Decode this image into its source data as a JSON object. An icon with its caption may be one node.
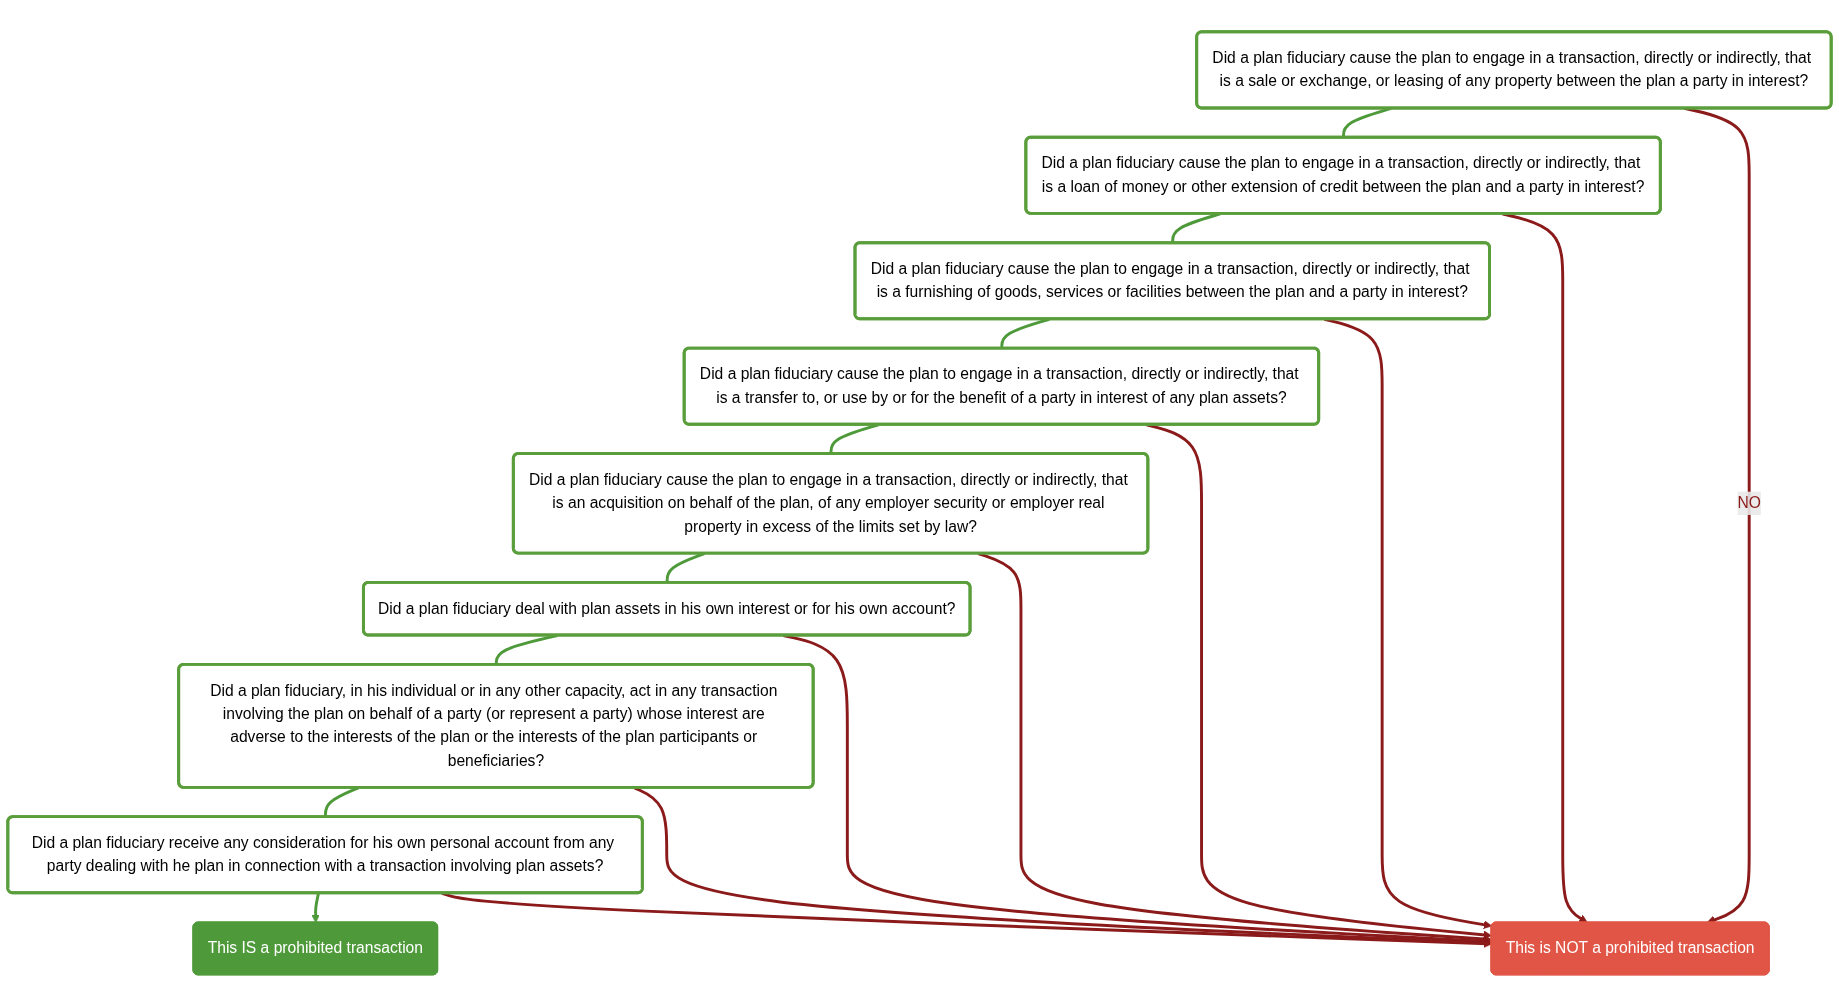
{
  "diagram": {
    "nodes": [
      {
        "text": [
          "Did a plan fiduciary cause the plan to engage in a transaction, directly or indirectly, that is a sale or exchange, or leasing of any property between the plan a party in interest?"
        ]
      },
      {
        "text": [
          "Did a plan fiduciary cause the plan to engage in a transaction, directly or indirectly, that is a loan of money or other extension of credit between the plan and a party in interest?"
        ]
      },
      {
        "text": [
          "Did a plan fiduciary cause the plan to engage in a transaction, directly or indirectly, that is a furnishing of goods, services or facilities between the plan and a party in interest?"
        ]
      },
      {
        "text": [
          "Did a plan fiduciary cause the plan to engage in a transaction, directly or indirectly, that is a transfer to, or use by or for the benefit of a party in interest of any plan assets?"
        ]
      },
      {
        "text": [
          "Did a plan fiduciary cause the plan to engage in a transaction, directly or indirectly, that is an acquisition on behalf of the plan, of any employer security or employer real property in excess of the limits set by law?"
        ]
      },
      {
        "text": [
          "Did a plan fiduciary deal with plan assets in his own interest or for his own account?"
        ]
      },
      {
        "text": [
          "Did a plan fiduciary, in his individual or in any other capacity, act in any transaction involving the plan on behalf of a party (or represent a party) whose interest are adverse to the interests of the plan or the interests of the plan participants or beneficiaries?"
        ]
      },
      {
        "text": [
          "Did a plan fiduciary receive any consideration for his own personal account from any party dealing with he plan in connection with a transaction involving plan assets?"
        ]
      },
      {
        "text": [
          "This IS a prohibited transaction"
        ]
      },
      {
        "text": [
          "This is NOT a prohibited transaction"
        ]
      }
    ],
    "edges": [
      {
        "from": 0,
        "to": 1,
        "arrow": "none",
        "color": "#4e9a3a"
      },
      {
        "from": 1,
        "to": 2,
        "arrow": "none",
        "color": "#4e9a3a"
      },
      {
        "from": 2,
        "to": 3,
        "arrow": "none",
        "color": "#4e9a3a"
      },
      {
        "from": 3,
        "to": 4,
        "arrow": "none",
        "color": "#4e9a3a"
      },
      {
        "from": 4,
        "to": 5,
        "arrow": "none",
        "color": "#4e9a3a"
      },
      {
        "from": 5,
        "to": 6,
        "arrow": "none",
        "color": "#4e9a3a"
      },
      {
        "from": 6,
        "to": 7,
        "arrow": "none",
        "color": "#4e9a3a"
      },
      {
        "from": 7,
        "to": 8,
        "arrow": "to",
        "color": "#4e9a3a"
      },
      {
        "from": 0,
        "to": 9,
        "arrow": "to",
        "label": "NO",
        "color": "#8b1a1a"
      },
      {
        "from": 1,
        "to": 9,
        "arrow": "to",
        "color": "#8b1a1a"
      },
      {
        "from": 2,
        "to": 9,
        "arrow": "to",
        "color": "#8b1a1a"
      },
      {
        "from": 3,
        "to": 9,
        "arrow": "to",
        "color": "#8b1a1a"
      },
      {
        "from": 4,
        "to": 9,
        "arrow": "to",
        "color": "#8b1a1a"
      },
      {
        "from": 5,
        "to": 9,
        "arrow": "to",
        "color": "#8b1a1a"
      },
      {
        "from": 6,
        "to": 9,
        "arrow": "to",
        "color": "#8b1a1a"
      },
      {
        "from": 7,
        "to": 9,
        "arrow": "to",
        "color": "#8b1a1a"
      }
    ]
  }
}
